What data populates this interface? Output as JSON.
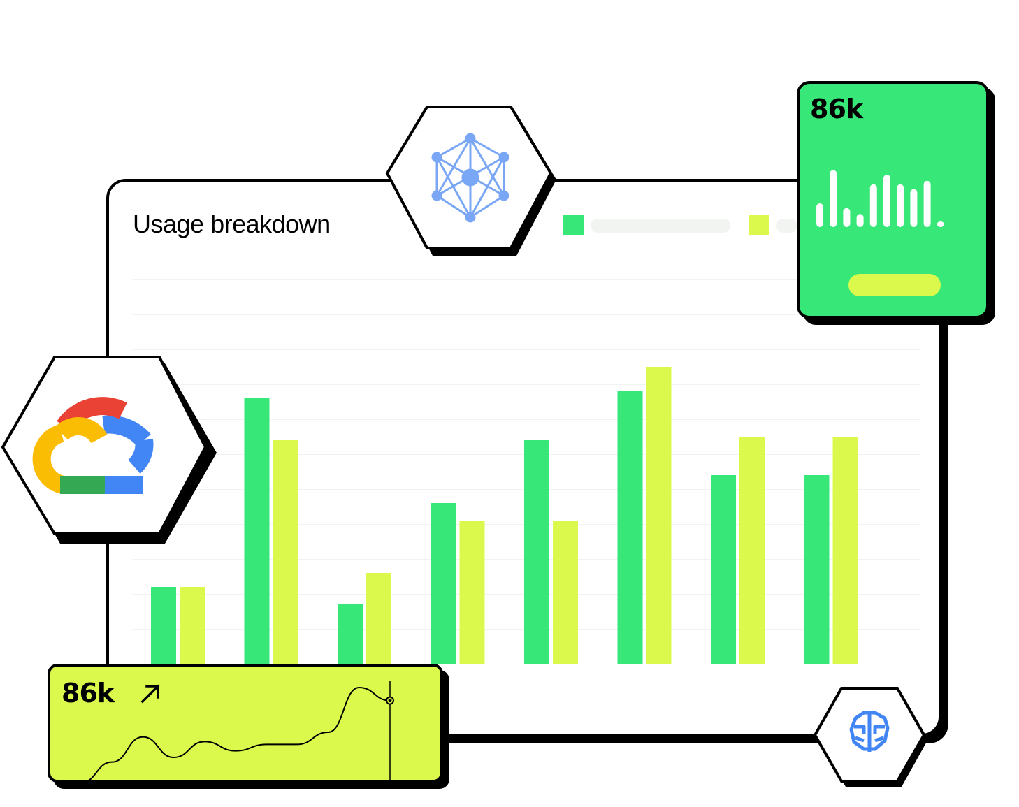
{
  "panel": {
    "title": "Usage breakdown"
  },
  "colors": {
    "series_a": "#37e777",
    "series_b": "#dbf94d",
    "outline": "#000000",
    "legend_pill": "#f2f4f2",
    "gcp_red": "#ea4335",
    "gcp_blue": "#4285f4",
    "gcp_yellow": "#fbbc04",
    "gcp_green": "#34a853",
    "icon_blue": "#7aa7f5"
  },
  "icons": {
    "top_hex": "network-graph-icon",
    "left_hex": "google-cloud-icon",
    "bottom_hex": "brain-chip-icon",
    "trend": "arrow-up-right-icon"
  },
  "chart_data": [
    {
      "type": "bar",
      "categories": [
        "",
        "",
        "",
        "",
        "",
        "",
        "",
        ""
      ],
      "series": [
        {
          "values": [
            2.2,
            7.6,
            1.7,
            4.6,
            6.4,
            7.8,
            5.4,
            5.4
          ]
        },
        {
          "values": [
            2.2,
            6.4,
            2.6,
            4.1,
            4.1,
            8.5,
            6.5,
            6.5
          ]
        }
      ],
      "ylim": [
        0,
        11
      ],
      "grid": true,
      "legend": "top-right"
    },
    {
      "type": "bar",
      "title": "86k",
      "values": [
        2.0,
        4.8,
        1.6,
        1.1,
        3.6,
        4.4,
        3.6,
        3.2,
        3.9,
        0.4
      ],
      "ylim": [
        0,
        5
      ]
    },
    {
      "type": "line",
      "title": "86k",
      "x": [
        0,
        1,
        2,
        3,
        4,
        5,
        6,
        7,
        8,
        9,
        10
      ],
      "values": [
        0,
        2.2,
        4.9,
        2.7,
        4.4,
        3.4,
        4.1,
        4.1,
        5.4,
        10.2,
        8.8
      ],
      "ylim": [
        0,
        12
      ]
    }
  ]
}
